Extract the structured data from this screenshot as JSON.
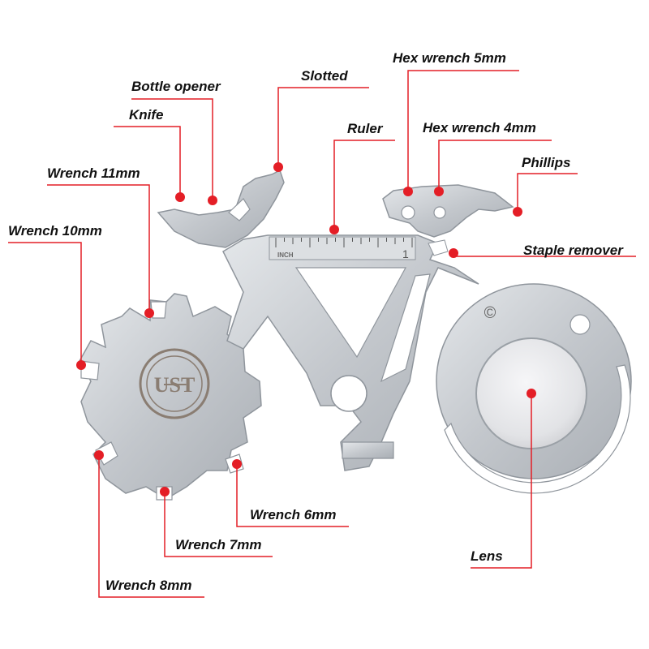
{
  "colors": {
    "leader": "#e41e26",
    "dot": "#e41e26",
    "metal": "#c9cdd2",
    "text": "#111111"
  },
  "product": {
    "brand_mark": "U̶S̶T",
    "ruler_unit": "INCH",
    "ruler_number": "1",
    "copyright_mark": "©"
  },
  "callouts": {
    "hex_wrench_5mm": "Hex wrench 5mm",
    "bottle_opener": "Bottle opener",
    "slotted": "Slotted",
    "knife": "Knife",
    "ruler": "Ruler",
    "hex_wrench_4mm": "Hex wrench 4mm",
    "wrench_11mm": "Wrench 11mm",
    "phillips": "Phillips",
    "wrench_10mm": "Wrench 10mm",
    "staple_remover": "Staple remover",
    "wrench_6mm": "Wrench 6mm",
    "wrench_7mm": "Wrench 7mm",
    "lens": "Lens",
    "wrench_8mm": "Wrench 8mm"
  }
}
